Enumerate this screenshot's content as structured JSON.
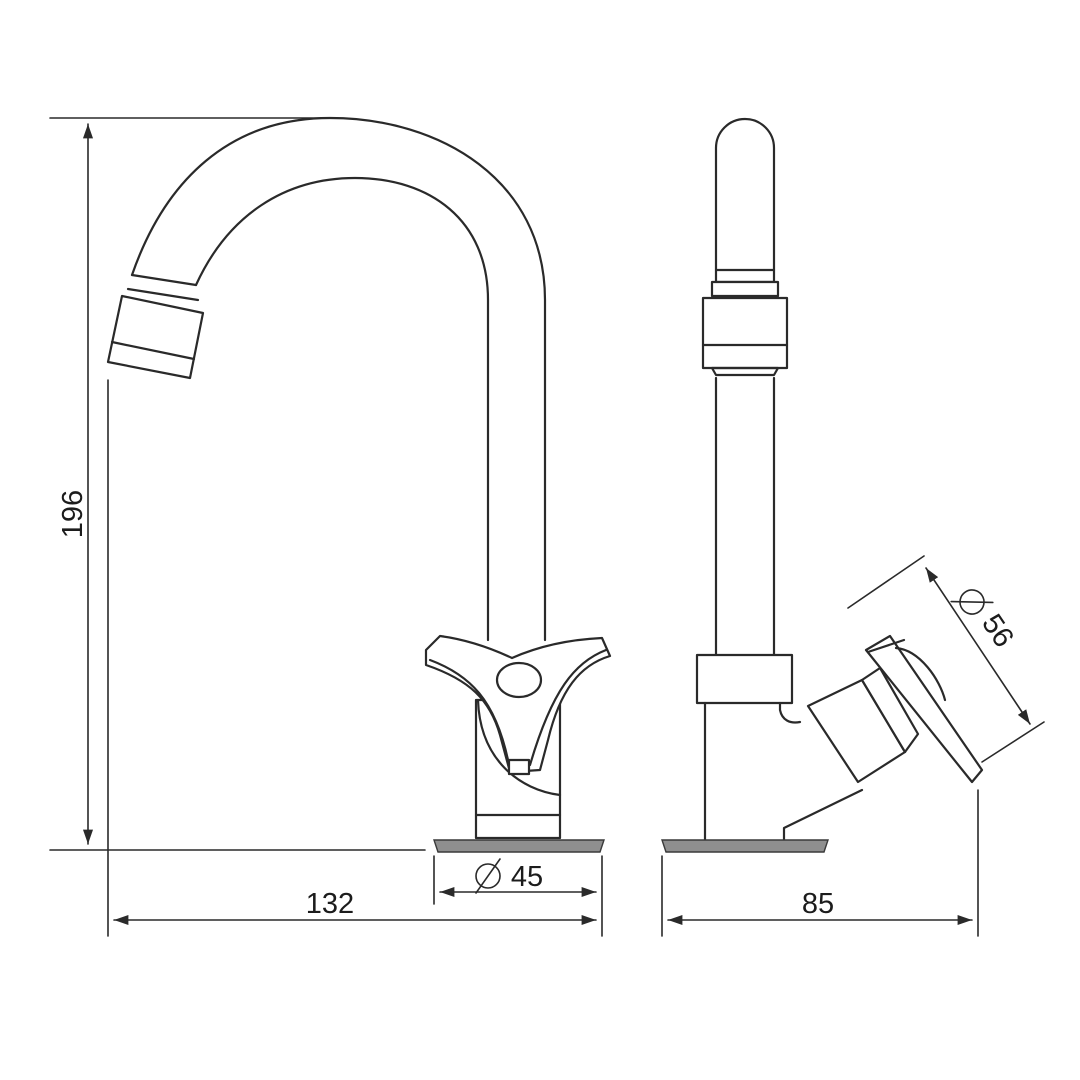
{
  "dimensions": {
    "height": "196",
    "reach": "132",
    "base_diameter": "45",
    "side_depth": "85",
    "handle_diameter": "56"
  },
  "colors": {
    "ink": "#2a2a2a",
    "base_plate": "#8f8f8f",
    "background": "#ffffff"
  }
}
